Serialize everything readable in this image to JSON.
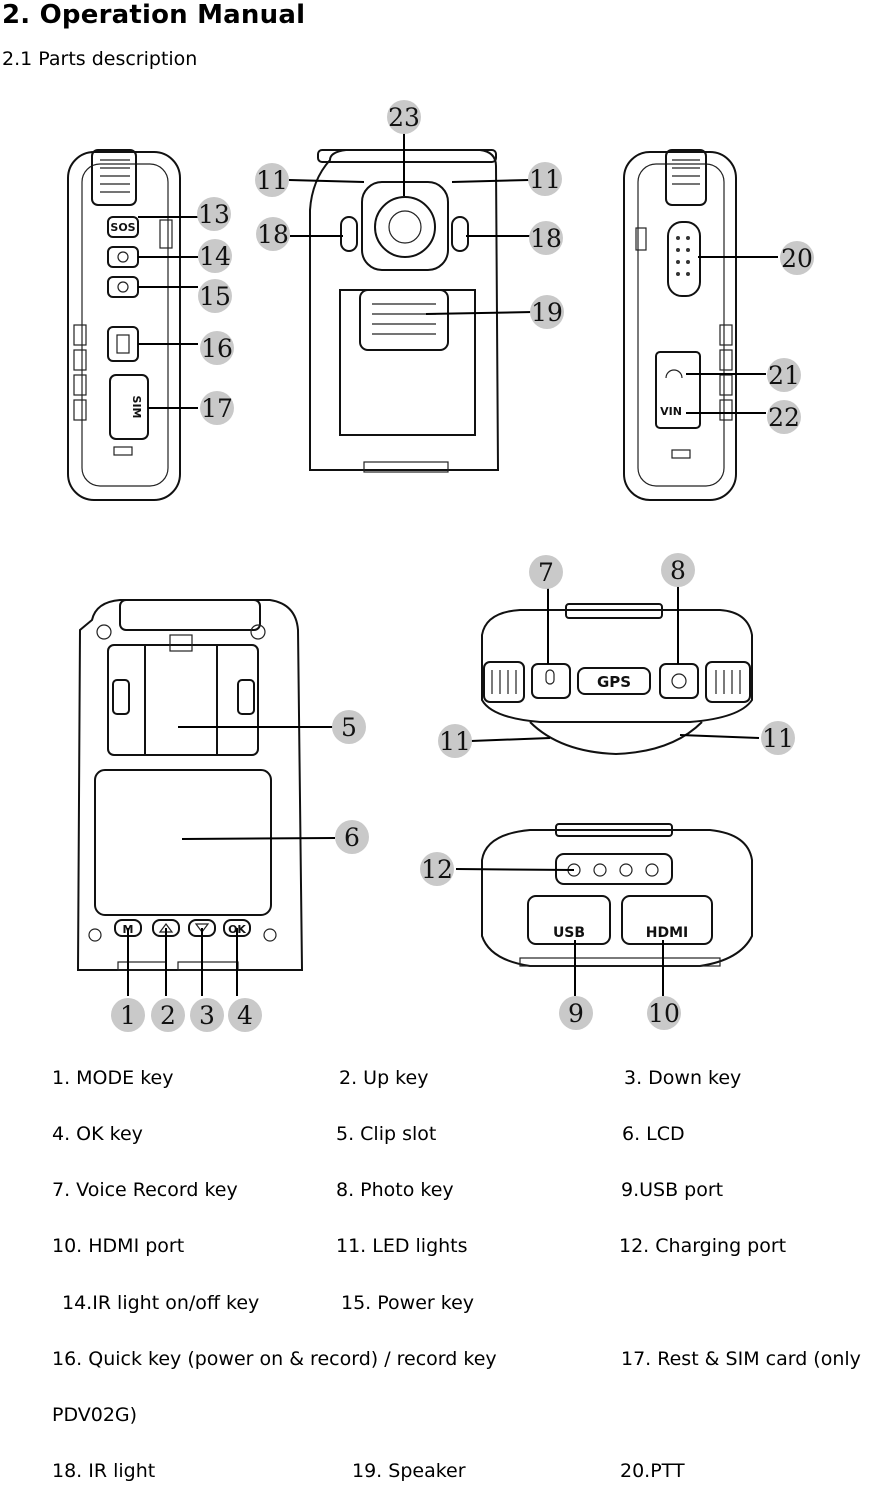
{
  "heading": "2. Operation Manual",
  "subheading": "2.1 Parts description",
  "figure_callouts": [
    "23",
    "11",
    "11",
    "18",
    "18",
    "19",
    "13",
    "14",
    "15",
    "16",
    "17",
    "20",
    "21",
    "22",
    "7",
    "8",
    "5",
    "11",
    "11",
    "6",
    "12",
    "1",
    "2",
    "3",
    "4",
    "9",
    "10"
  ],
  "device_marks": {
    "sos": "SOS",
    "sim": "SIM",
    "vin": "VIN",
    "gps": "GPS",
    "usb": "USB",
    "hdmi": "HDMI",
    "mode": "M",
    "ok": "OK"
  },
  "parts": [
    "1. MODE key",
    "2. Up key",
    "3. Down key",
    "4. OK key",
    "5. Clip slot",
    "6. LCD",
    "7. Voice Record key",
    "8. Photo key",
    "9.USB port",
    "10. HDMI port",
    "11. LED lights",
    "12. Charging port",
    "14.IR light on/off key",
    "15. Power key",
    "16. Quick key (power on & record) / record key",
    "17. Rest & SIM card (only",
    "PDV02G)",
    "18. IR light",
    "19. Speaker",
    "20.PTT"
  ]
}
